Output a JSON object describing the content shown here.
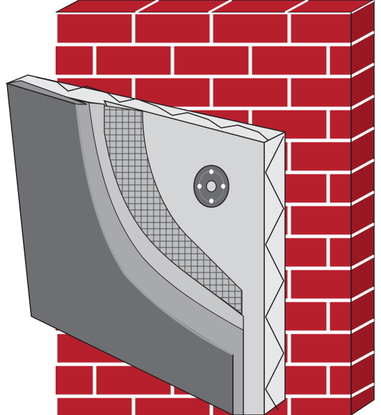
{
  "diagram": {
    "kind": "exterior wall insulation cross-section",
    "layers": [
      {
        "name": "brick-wall",
        "color": "#b81f2c"
      },
      {
        "name": "insulation-board",
        "color": "#d4d5d7"
      },
      {
        "name": "anchor-dowel",
        "color": "#6d6e71"
      },
      {
        "name": "base-coat",
        "color": "#a7a9ac"
      },
      {
        "name": "reinforcing-mesh",
        "color": "#58595b"
      },
      {
        "name": "render-coat",
        "color": "#c7c8ca"
      },
      {
        "name": "finish-coat",
        "color": "#6e6f72"
      }
    ],
    "colors": {
      "brick": "#b81f2c",
      "brick_side": "#9a1824",
      "mortar": "#ffffff",
      "outline": "#231f20",
      "insulation_face": "#d4d5d7",
      "insulation_edge": "#e6e7e8",
      "finish": "#6e6f72"
    }
  }
}
